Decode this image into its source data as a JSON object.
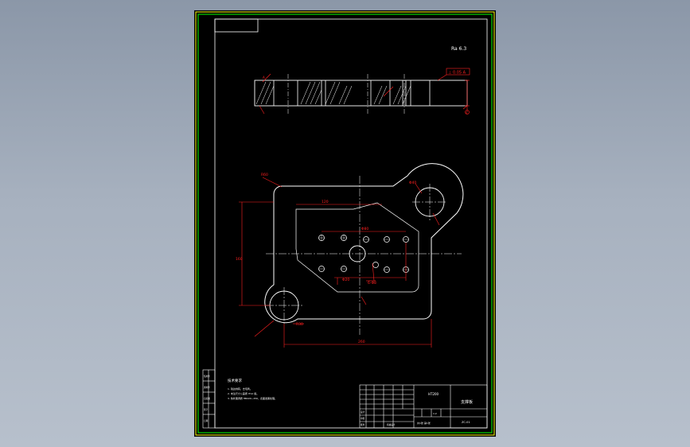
{
  "viewer": {
    "background_top": "#8b97a8",
    "background_bottom": "#b7c0cc"
  },
  "colors": {
    "sheet": "#000000",
    "border_outer": "#ffff00",
    "border_inner": "#00ff00",
    "geometry": "#ffffff",
    "dimension": "#ff2020",
    "centerline": "#ffffff"
  },
  "drawing": {
    "roughness_mark": "Ra 6.3",
    "datum_label": "A",
    "tolerance_frame": "⊥ 0.05 A",
    "section_flag": "A",
    "tech_title": "技术要求",
    "tech_notes": [
      "1. 锐边倒钝，去毛刺。",
      "2. 未注尺寸公差按 IT12 级。",
      "3. 热处理调质 HB220~250，表面发黑处理。"
    ],
    "dims": {
      "length": "260",
      "height": "160",
      "radius_big": "R60",
      "radius_hole": "R30",
      "hole_dia": "Φ20",
      "side_dia": "Φ40",
      "pcd": "Φ80",
      "top_w": "120",
      "small_holes": "6-Φ8"
    }
  },
  "title_block": {
    "material": "HT200",
    "part_name": "支撑板",
    "drawing_no": "ZC-01",
    "scale": "1:2",
    "sheet": "共1张 第1张",
    "designer": "设计",
    "checker": "审核",
    "approver": "批准",
    "company": "机械设计"
  },
  "side_table": {
    "rows": [
      "借用件",
      "通用件",
      "旧底图",
      "签字",
      "日期"
    ]
  }
}
